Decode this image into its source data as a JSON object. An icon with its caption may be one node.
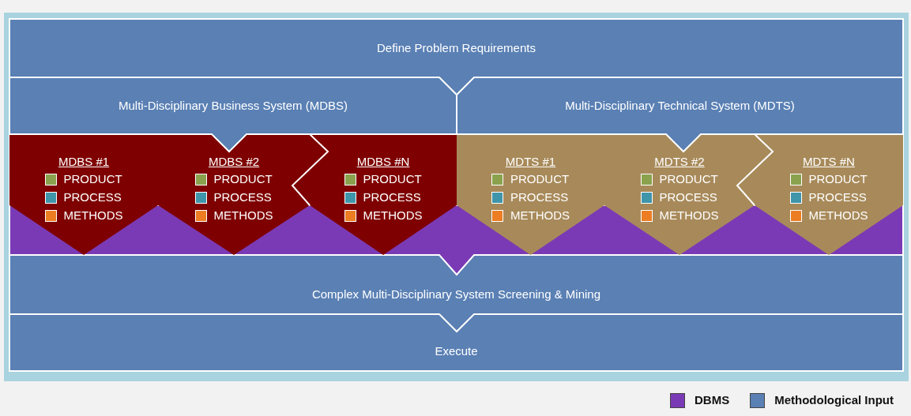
{
  "diagram": {
    "nodes": [
      {
        "text": [
          "Define Problem Requirements"
        ]
      },
      {
        "text": [
          "Multi-Disciplinary Business System (MDBS)"
        ]
      },
      {
        "text": [
          "Multi-Disciplinary Technical System (MDTS)"
        ]
      },
      {
        "text": [
          "MDBS #1",
          "PRODUCT",
          "PROCESS",
          "METHODS"
        ]
      },
      {
        "text": [
          "MDBS #2",
          "PRODUCT",
          "PROCESS",
          "METHODS"
        ]
      },
      {
        "text": [
          "MDBS #N",
          "PRODUCT",
          "PROCESS",
          "METHODS"
        ]
      },
      {
        "text": [
          "MDTS #1",
          "PRODUCT",
          "PROCESS",
          "METHODS"
        ]
      },
      {
        "text": [
          "MDTS #2",
          "PRODUCT",
          "PROCESS",
          "METHODS"
        ]
      },
      {
        "text": [
          "MDTS #N",
          "PRODUCT",
          "PROCESS",
          "METHODS"
        ]
      },
      {
        "text": [],
        "shape": "band"
      },
      {
        "text": [
          "Complex Multi-Disciplinary System Screening & Mining"
        ]
      },
      {
        "text": [
          "Execute"
        ]
      }
    ],
    "legend": [
      {
        "text": "DBMS",
        "color": "#7b3ab5"
      },
      {
        "text": "Methodological Input",
        "color": "#5a80b4"
      }
    ]
  }
}
